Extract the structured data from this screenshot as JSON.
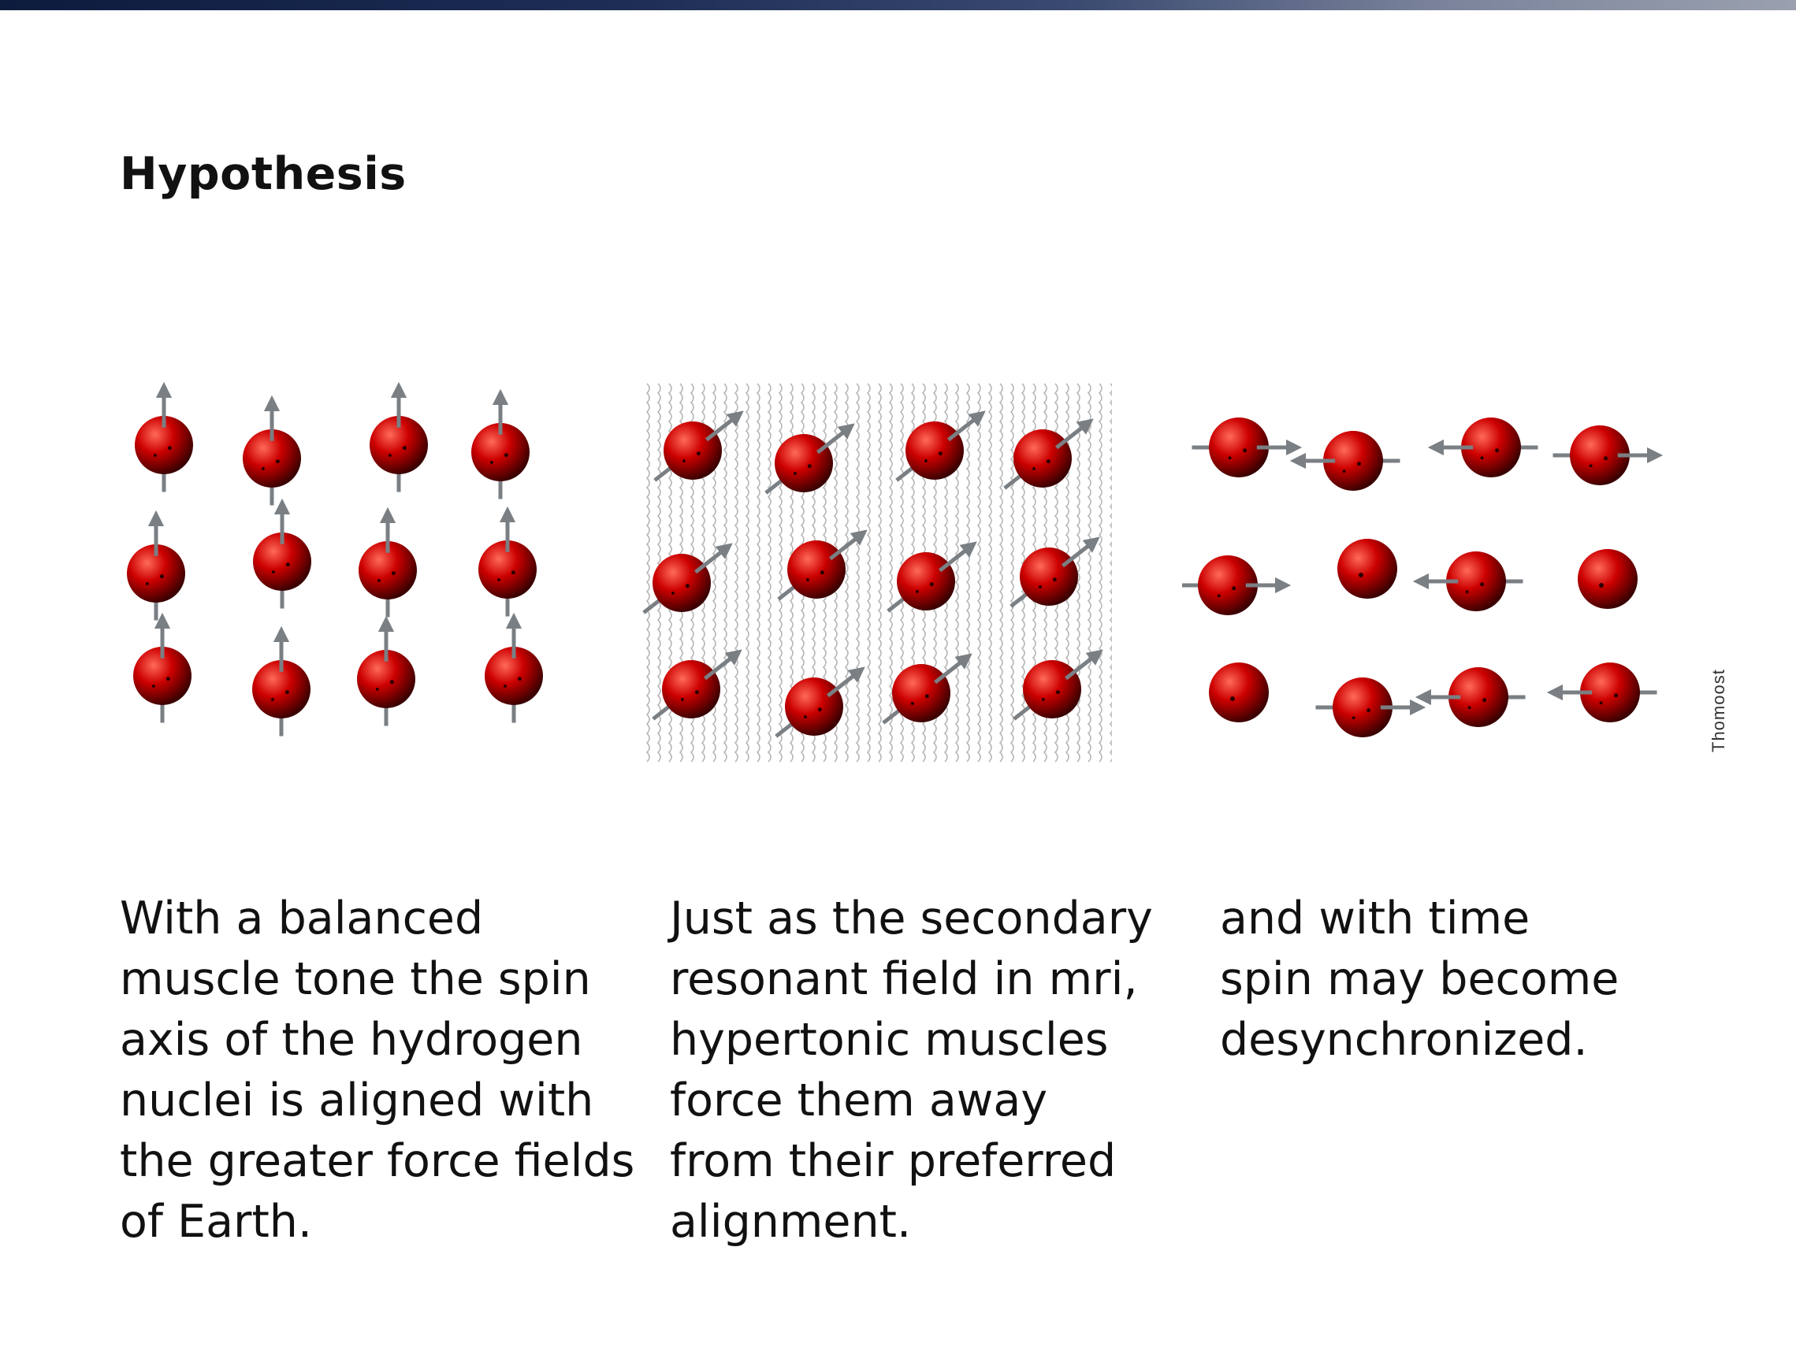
{
  "slide": {
    "title": "Hypothesis",
    "credit": "Thomoost",
    "captions": [
      "With a balanced\nmuscle tone the spin\naxis of the hydrogen\nnuclei is aligned with\nthe greater force fields\nof Earth.",
      "Just as the secondary\nresonant field in mri,\nhypertonic muscles\nforce them away\nfrom their preferred\nalignment.",
      "and with time\nspin may become\ndesynchronized."
    ]
  },
  "illustrations": [
    {
      "state": "aligned",
      "rows": 3,
      "cols": 4,
      "arrow_direction": "up",
      "background": "plain"
    },
    {
      "state": "tilted",
      "rows": 3,
      "cols": 4,
      "arrow_direction": "up-right",
      "background": "wavy-field"
    },
    {
      "state": "desynchronized",
      "rows": 3,
      "cols": 4,
      "arrow_direction": "mixed",
      "background": "plain"
    }
  ],
  "colors": {
    "sphere": "#cc0000",
    "arrow": "#7a7f84",
    "band": "#1d2d55"
  }
}
